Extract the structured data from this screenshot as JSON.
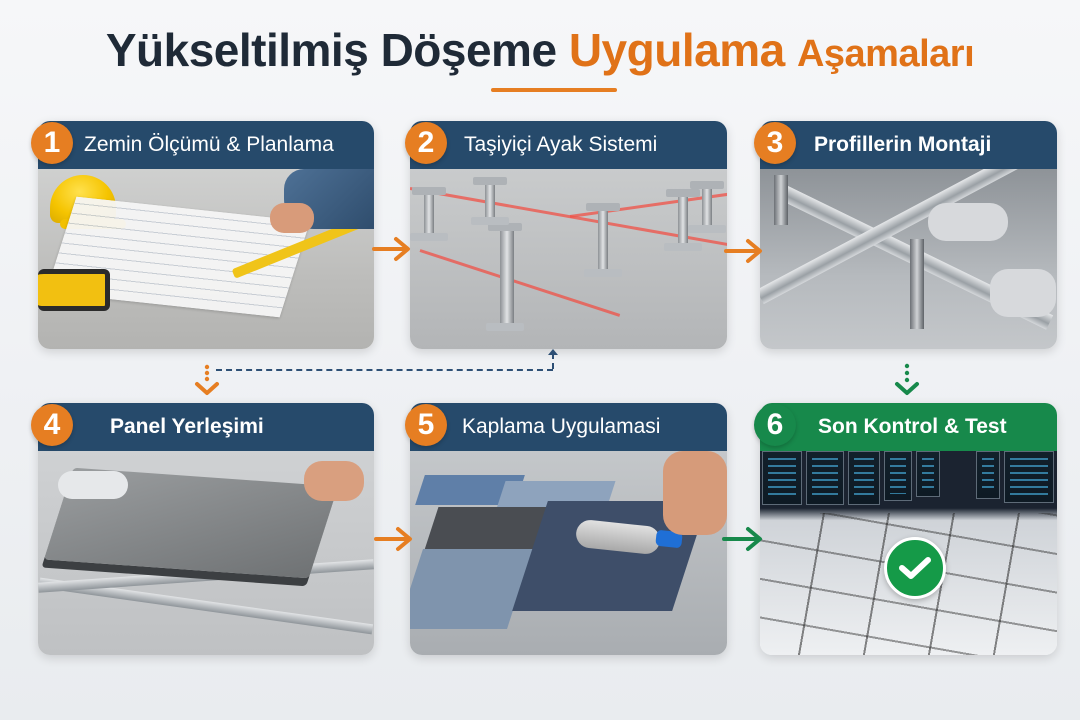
{
  "title": {
    "part1": "Yükseltilmiş Döşeme",
    "part2": "Uygulama",
    "part3": "Aşamaları",
    "dark_color": "#1f2a37",
    "accent_color": "#e07218"
  },
  "steps": [
    {
      "number": "1",
      "label": "Zemin Ölçümü & Planlama",
      "header_color": "#264a6b",
      "badge_color": "#e67e22",
      "image": "floor-measurement-planning-photo"
    },
    {
      "number": "2",
      "label": "Taşiyiçi Ayak Sistemi",
      "header_color": "#264a6b",
      "badge_color": "#e67e22",
      "image": "pedestal-support-system-photo"
    },
    {
      "number": "3",
      "label": "Profillerin Montaji",
      "header_color": "#264a6b",
      "badge_color": "#e67e22",
      "image": "profile-stringer-assembly-photo"
    },
    {
      "number": "4",
      "label": "Panel Yerleşimi",
      "header_color": "#264a6b",
      "badge_color": "#e67e22",
      "image": "panel-placement-photo"
    },
    {
      "number": "5",
      "label": "Kaplama Uygulamasi",
      "header_color": "#264a6b",
      "badge_color": "#e67e22",
      "image": "covering-application-photo"
    },
    {
      "number": "6",
      "label": "Son Kontrol & Test",
      "header_color": "#17894b",
      "badge_color": "#17894b",
      "image": "final-inspection-server-room-photo"
    }
  ],
  "connectors": {
    "arrow_orange": "#e67e22",
    "arrow_green": "#17894b",
    "dashed_blue": "#2d4f75",
    "flow": [
      "1→2",
      "2→3",
      "3↓6",
      "1↓4 (dashed from 2)",
      "4→5",
      "5→6"
    ]
  },
  "icons": {
    "check": "check-circle-icon",
    "arrow_right": "arrow-right-icon",
    "arrow_down": "arrow-down-icon"
  }
}
